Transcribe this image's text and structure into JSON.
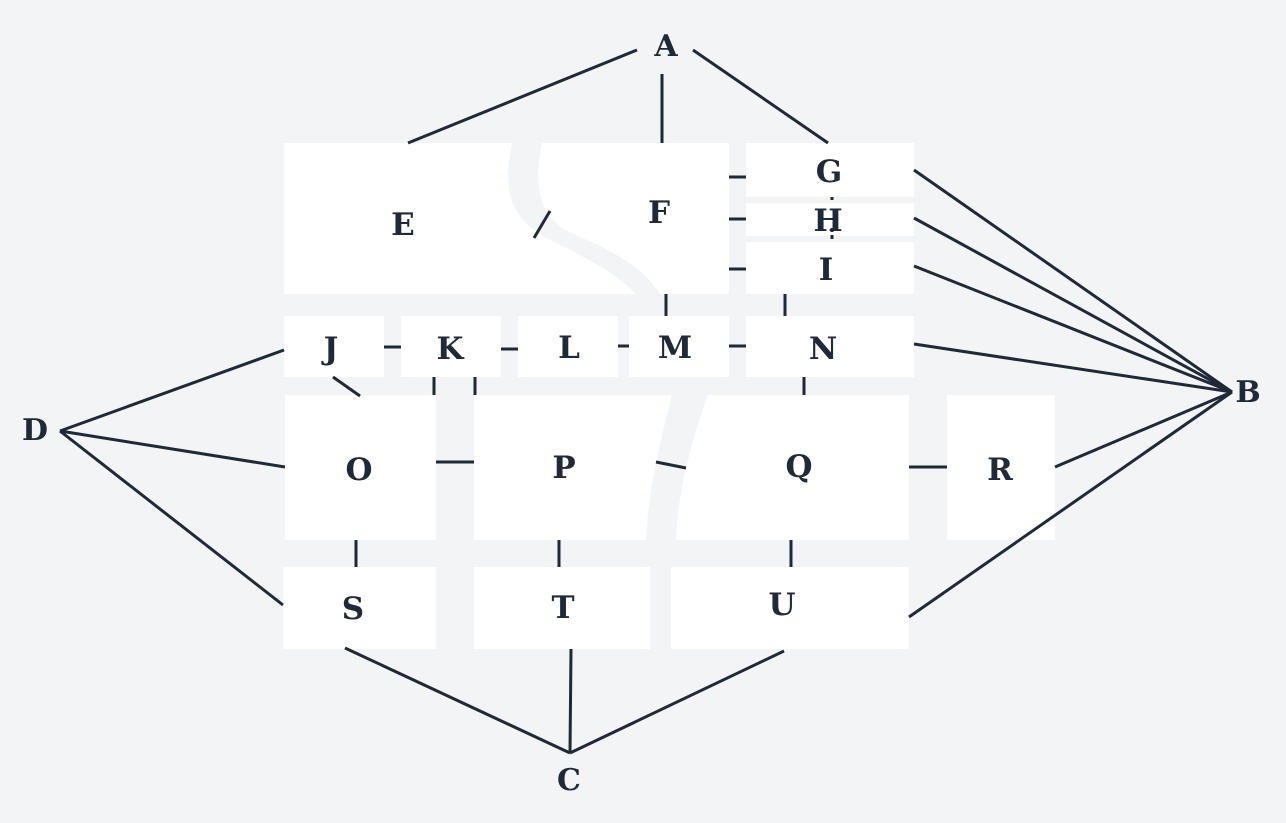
{
  "diagram": {
    "colors": {
      "background": "#f2f4f6",
      "region": "#ffffff",
      "line": "#1f2937",
      "text": "#1f2937"
    },
    "anchor_labels": {
      "A": "A",
      "B": "B",
      "C": "C",
      "D": "D"
    },
    "region_labels": {
      "E": "E",
      "F": "F",
      "G": "G",
      "H": "H",
      "I": "I",
      "J": "J",
      "K": "K",
      "L": "L",
      "M": "M",
      "N": "N",
      "O": "O",
      "P": "P",
      "Q": "Q",
      "R": "R",
      "S": "S",
      "T": "T",
      "U": "U"
    }
  }
}
